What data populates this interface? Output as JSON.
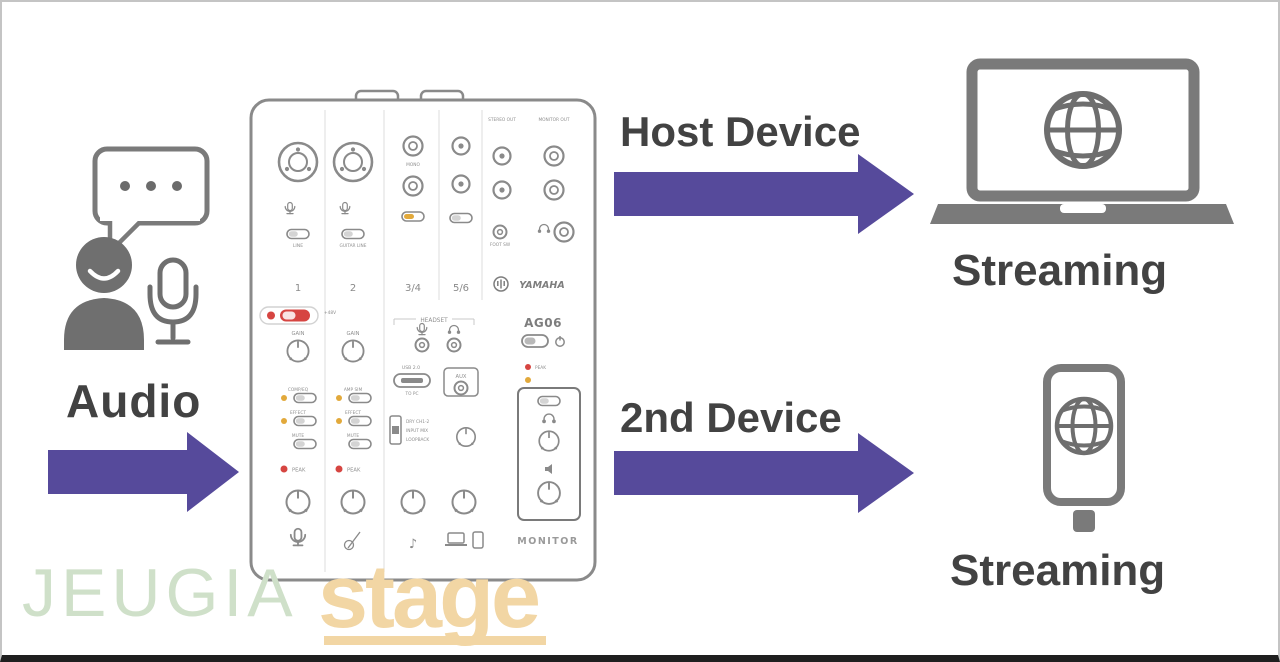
{
  "theme": {
    "background": "#ffffff",
    "border_color": "#c4c4c4",
    "bottom_edge_color": "#1f1f1f",
    "arrow_color": "#564a9b",
    "icon_color": "#7a7a7a",
    "label_color": "#424242",
    "mixer_line_color": "#8a8a8a",
    "led_red": "#d64541",
    "led_amber": "#e2a93b"
  },
  "flow": {
    "source_label": "Audio",
    "host_arrow_label": "Host Device",
    "second_arrow_label": "2nd Device",
    "host_target_label": "Streaming",
    "second_target_label": "Streaming"
  },
  "icons": {
    "person_speech": "person-with-speech-bubble",
    "microphone": "microphone",
    "laptop_globe": "laptop-with-globe",
    "phone_globe": "smartphone-with-globe",
    "music_note_glyph": "♪"
  },
  "mixer": {
    "brand": "YAMAHA",
    "model": "AG06",
    "channel_numbers": [
      "1",
      "2",
      "3/4",
      "5/6"
    ],
    "jack_labels": {
      "stereo_out": "STEREO OUT",
      "monitor_out": "MONITOR OUT",
      "foot_sw": "FOOT SW"
    },
    "section_labels": {
      "headset": "HEADSET",
      "aux": "AUX",
      "usb": "USB 2.0",
      "monitor": "MONITOR"
    },
    "control_labels": {
      "gain": "GAIN",
      "comp_eq": "COMP/EQ",
      "amp_sim": "AMP SIM",
      "effect": "EFFECT",
      "mute": "MUTE",
      "peak": "PEAK",
      "phantom": "+48V",
      "line": "LINE",
      "guitar_line": "GUITAR LINE",
      "mono": "MONO",
      "to_pc": "TO PC",
      "mode_dry": "DRY CH1-2",
      "mode_input_mix": "INPUT MIX",
      "mode_loopback": "LOOPBACK"
    }
  },
  "watermark": {
    "text_primary": "JEUGIA",
    "text_secondary": "stage",
    "color_primary": "#cfe0c9",
    "color_secondary": "#f2d6a4"
  }
}
